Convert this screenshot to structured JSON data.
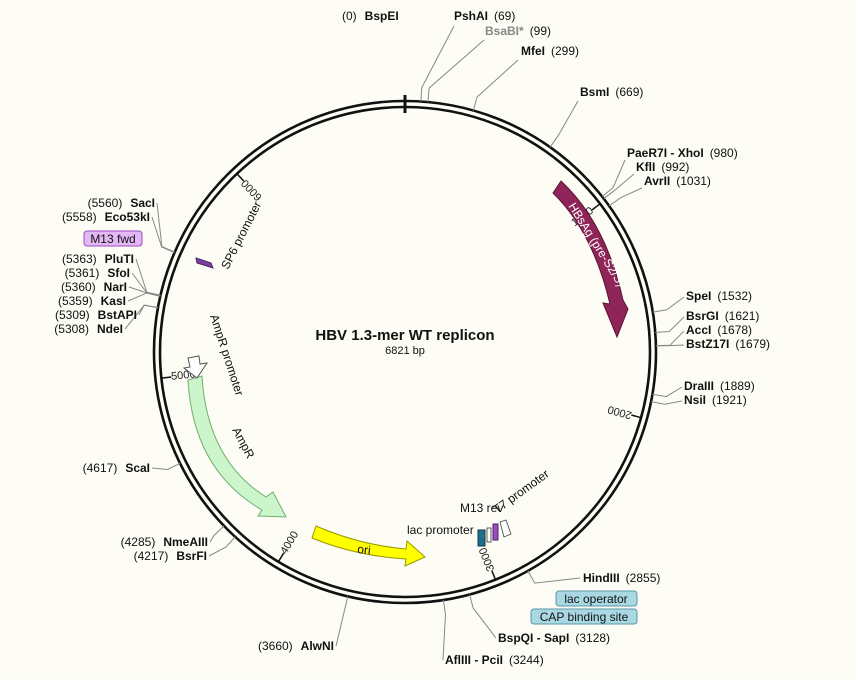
{
  "plasmid": {
    "title": "HBV 1.3-mer WT replicon",
    "length_label": "6821 bp",
    "total_bp": 6821
  },
  "ticks": [
    {
      "bp": 1000,
      "label": "1000"
    },
    {
      "bp": 2000,
      "label": "2000"
    },
    {
      "bp": 3000,
      "label": "3000"
    },
    {
      "bp": 4000,
      "label": "4000"
    },
    {
      "bp": 5000,
      "label": "5000"
    },
    {
      "bp": 6000,
      "label": "6000"
    }
  ],
  "sites_right": [
    {
      "pos": "(0)",
      "name": "BspEI",
      "gray": false,
      "bp": 0,
      "pos_first": true
    },
    {
      "pos": "(69)",
      "name": "PshAI",
      "gray": false,
      "bp": 69
    },
    {
      "pos": "(99)",
      "name": "BsaBI*",
      "gray": true,
      "bp": 99
    },
    {
      "pos": "(299)",
      "name": "MfeI",
      "gray": false,
      "bp": 299
    },
    {
      "pos": "(669)",
      "name": "BsmI",
      "gray": false,
      "bp": 669
    },
    {
      "pos": "(980)",
      "name": "PaeR7I - XhoI",
      "gray": false,
      "bp": 980
    },
    {
      "pos": "(992)",
      "name": "KflI",
      "gray": false,
      "bp": 992
    },
    {
      "pos": "(1031)",
      "name": "AvrII",
      "gray": false,
      "bp": 1031
    },
    {
      "pos": "(1532)",
      "name": "SpeI",
      "gray": false,
      "bp": 1532
    },
    {
      "pos": "(1621)",
      "name": "BsrGI",
      "gray": false,
      "bp": 1621
    },
    {
      "pos": "(1678)",
      "name": "AccI",
      "gray": false,
      "bp": 1678
    },
    {
      "pos": "(1679)",
      "name": "BstZ17I",
      "gray": false,
      "bp": 1679
    },
    {
      "pos": "(1889)",
      "name": "DraIII",
      "gray": false,
      "bp": 1889
    },
    {
      "pos": "(1921)",
      "name": "NsiI",
      "gray": false,
      "bp": 1921
    },
    {
      "pos": "(2855)",
      "name": "HindIII",
      "gray": false,
      "bp": 2855
    },
    {
      "pos": "(3128)",
      "name": "BspQI - SapI",
      "gray": false,
      "bp": 3128
    },
    {
      "pos": "(3244)",
      "name": "AflIII - PciI",
      "gray": false,
      "bp": 3244
    }
  ],
  "sites_left": [
    {
      "pos": "(3660)",
      "name": "AlwNI",
      "bp": 3660
    },
    {
      "pos": "(4217)",
      "name": "BsrFI",
      "bp": 4217
    },
    {
      "pos": "(4285)",
      "name": "NmeAIII",
      "bp": 4285
    },
    {
      "pos": "(4617)",
      "name": "ScaI",
      "bp": 4617
    },
    {
      "pos": "(5308)",
      "name": "NdeI",
      "bp": 5308
    },
    {
      "pos": "(5309)",
      "name": "BstAPI",
      "bp": 5309
    },
    {
      "pos": "(5359)",
      "name": "KasI",
      "bp": 5359
    },
    {
      "pos": "(5360)",
      "name": "NarI",
      "bp": 5360
    },
    {
      "pos": "(5361)",
      "name": "SfoI",
      "bp": 5361
    },
    {
      "pos": "(5363)",
      "name": "PluTI",
      "bp": 5363
    },
    {
      "pos": "(5558)",
      "name": "Eco53kI",
      "bp": 5558
    },
    {
      "pos": "(5560)",
      "name": "SacI",
      "bp": 5560
    }
  ],
  "boxed_labels": [
    {
      "text": "M13 fwd",
      "color": "#e4b8f5",
      "border": "#9c4cc2"
    },
    {
      "text": "lac operator",
      "color": "#a9d8e3",
      "border": "#5a98a8"
    },
    {
      "text": "CAP binding site",
      "color": "#a9d8e3",
      "border": "#5a98a8"
    }
  ],
  "features": [
    {
      "label": "HBsAg (pre-S2/S)",
      "color": "#8e2457"
    },
    {
      "label": "AmpR",
      "color": "#ccf5cc"
    },
    {
      "label": "AmpR promoter",
      "color": "#ffffff"
    },
    {
      "label": "ori",
      "color": "#ffff00"
    },
    {
      "label": "SP6 promoter",
      "color": "#7a3fa0"
    },
    {
      "label": "lac promoter",
      "color": "#1f6f8b"
    },
    {
      "label": "M13 rev",
      "color": "#9c4cc2"
    },
    {
      "label": "T7 promoter",
      "color": "#ffffff"
    }
  ]
}
